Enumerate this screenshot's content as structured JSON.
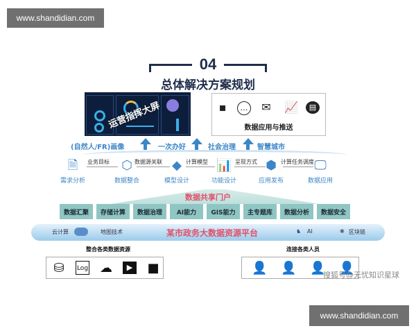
{
  "watermarks": {
    "top_site": "www.shandidian.com",
    "bottom_site": "www.shandidian.com",
    "source": "搜狐号@无忧知识星球"
  },
  "header": {
    "number": "04",
    "title": "总体解决方案规划"
  },
  "dashboard": {
    "label": "运营指挥大屏"
  },
  "apps_panel": {
    "label": "数据应用与推送",
    "icons": [
      "chat-bubble-icon",
      "message-circle-icon",
      "mail-icon",
      "growth-chart-icon",
      "document-icon"
    ]
  },
  "goals": [
    "(自然人/FR)画像",
    "一次办好",
    "社会治理",
    "智慧城市"
  ],
  "steps": [
    {
      "label": "需求分析",
      "icon": "document-add-icon"
    },
    {
      "label": "数据整合",
      "icon": "chart-hexagon-icon"
    },
    {
      "label": "模型设计",
      "icon": "cubes-icon"
    },
    {
      "label": "功能设计",
      "icon": "line-chart-icon"
    },
    {
      "label": "应用发布",
      "icon": "box-icon"
    },
    {
      "label": "数据应用",
      "icon": "monitor-clock-icon"
    }
  ],
  "connectors": [
    "业务目标",
    "数据源关联",
    "计算模型",
    "呈现方式",
    "计算任务调度"
  ],
  "portal": "数据共享门户",
  "modules": [
    "数据汇聚",
    "存储计算",
    "数据治理",
    "AI能力",
    "GIS能力",
    "主专题库",
    "数据分析",
    "数据安全"
  ],
  "platform": {
    "title": "某市政务大数据资源平台",
    "left": [
      "云计算",
      "地图技术"
    ],
    "right": [
      "AI",
      "区块链"
    ]
  },
  "resources": {
    "label": "整合各类数据资源"
  },
  "people": {
    "label": "连接各类人员"
  },
  "colors": {
    "navy": "#1f2d4a",
    "blue": "#3c86c6",
    "red": "#e0506a",
    "teal": "#8fc6c4"
  }
}
